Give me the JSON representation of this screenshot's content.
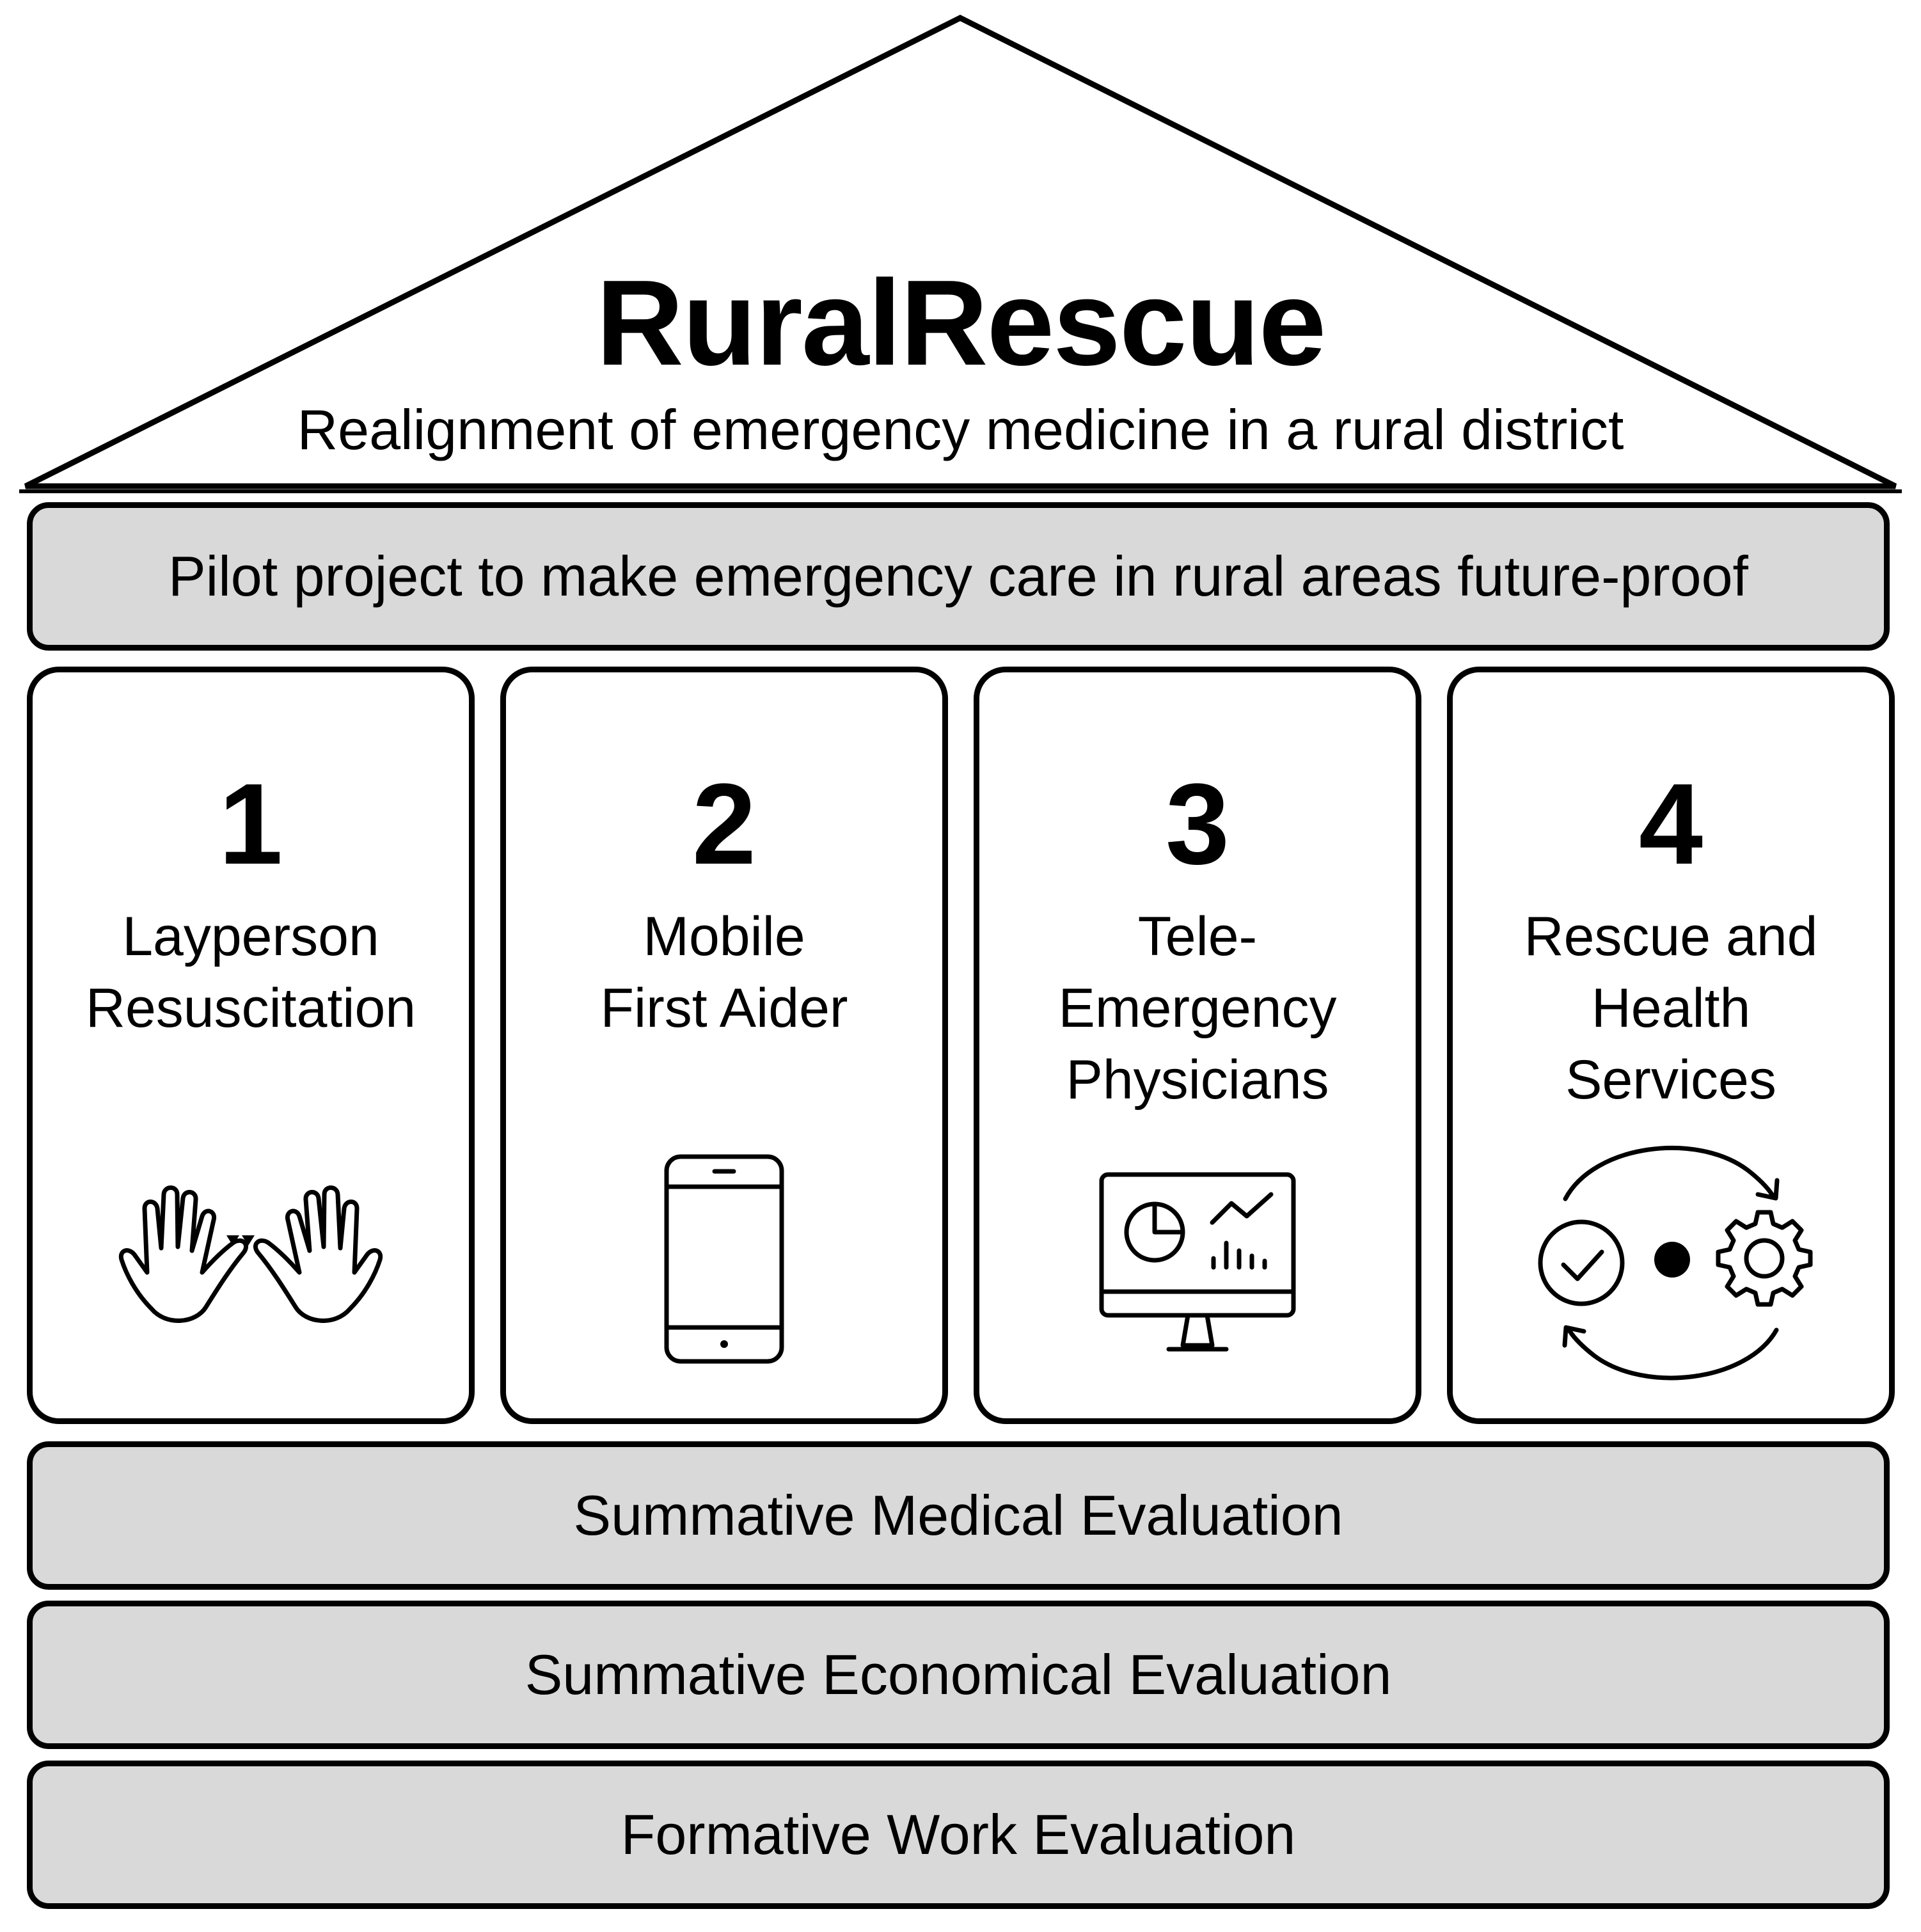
{
  "header": {
    "title": "RuralRescue",
    "subtitle": "Realignment of emergency medicine in a rural district"
  },
  "pilot": {
    "label": "Pilot project to make emergency care in rural areas future-proof"
  },
  "pillars": [
    {
      "number": "1",
      "lines": [
        "Layperson",
        "Resuscitation"
      ],
      "icon": "hands-icon"
    },
    {
      "number": "2",
      "lines": [
        "Mobile",
        "First Aider"
      ],
      "icon": "smartphone-icon"
    },
    {
      "number": "3",
      "lines": [
        "Tele-",
        "Emergency",
        "Physicians"
      ],
      "icon": "monitor-dashboard-icon"
    },
    {
      "number": "4",
      "lines": [
        "Rescue and",
        "Health",
        "Services"
      ],
      "icon": "cycle-process-icon"
    }
  ],
  "foundations": [
    {
      "label": "Summative Medical Evaluation"
    },
    {
      "label": "Summative Economical Evaluation"
    },
    {
      "label": "Formative Work Evaluation"
    }
  ]
}
